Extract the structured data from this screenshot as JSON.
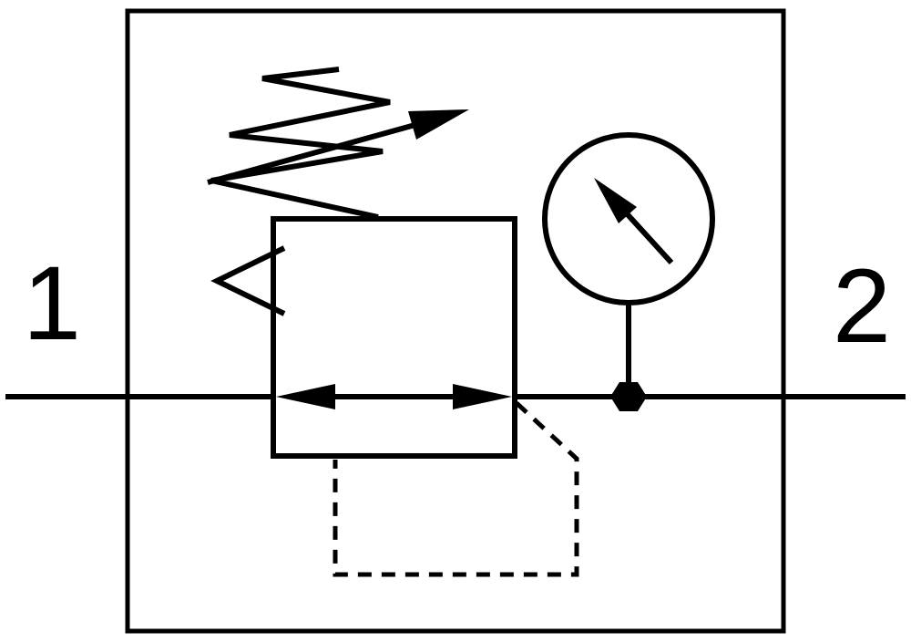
{
  "page": {
    "background_color": "#ffffff",
    "line_color": "#000000"
  },
  "diagram": {
    "type": "pneumatic-symbol",
    "description": "Pressure regulator (adjustable, relieving) with pressure gauge",
    "ports": {
      "inlet": "1",
      "outlet": "2"
    },
    "elements": [
      "component-frame",
      "flow-line",
      "regulator-body",
      "flow-double-arrow",
      "adjustment-spring",
      "adjustment-arrow",
      "spring-seat-triangle",
      "pressure-gauge",
      "gauge-needle",
      "gauge-stem",
      "junction-node",
      "pilot-feedback-line-dashed"
    ]
  }
}
